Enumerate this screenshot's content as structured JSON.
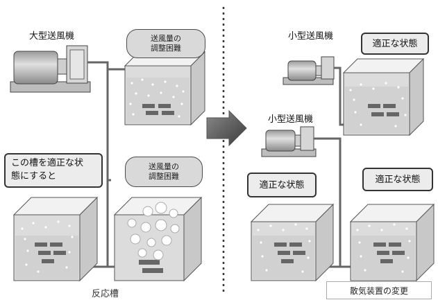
{
  "left": {
    "large_blower_label": "大型送風機",
    "bubble_top": "送風量の\n調整困難",
    "bubble_bottom": "送風量の\n調整困難",
    "callout": "この槽を適正な状\n態にすると",
    "caption": "反応槽"
  },
  "right": {
    "small_blower_top_label": "小型送風機",
    "small_blower_mid_label": "小型送風機",
    "state_top": "適正な状態",
    "state_left": "適正な状態",
    "state_right": "適正な状態",
    "note": "散気装置の変更"
  }
}
